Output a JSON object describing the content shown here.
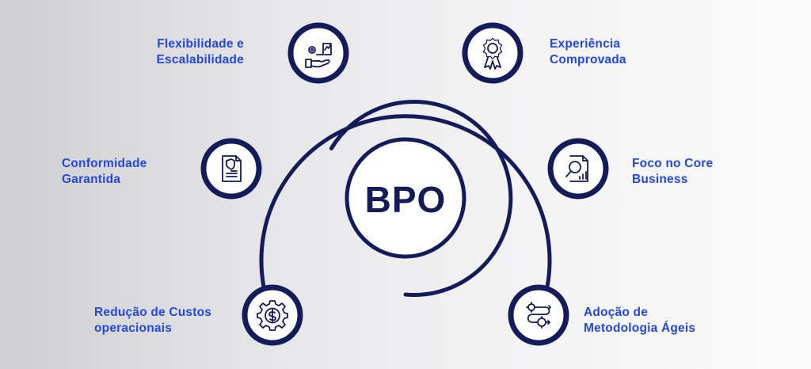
{
  "center": {
    "text": "BPO"
  },
  "items": [
    {
      "id": "flexibilidade",
      "line1": "Flexibilidade e",
      "line2": "Escalabilidade",
      "icon": "hand-growth-icon"
    },
    {
      "id": "experiencia",
      "line1": "Experiência",
      "line2": "Comprovada",
      "icon": "award-badge-icon"
    },
    {
      "id": "conformidade",
      "line1": "Conformidade",
      "line2": "Garantida",
      "icon": "compliance-document-icon"
    },
    {
      "id": "foco",
      "line1": "Foco no Core",
      "line2": "Business",
      "icon": "document-search-icon"
    },
    {
      "id": "reducao",
      "line1": "Redução de Custos",
      "line2": "operacionais",
      "icon": "cost-gear-icon"
    },
    {
      "id": "adocao",
      "line1": "Adoção de",
      "line2": "Metodologia Ágeis",
      "icon": "agile-workflow-icon"
    }
  ],
  "colors": {
    "navy": "#131b5a",
    "accent_blue": "#2347e0",
    "node_fill": "#ffffff"
  }
}
